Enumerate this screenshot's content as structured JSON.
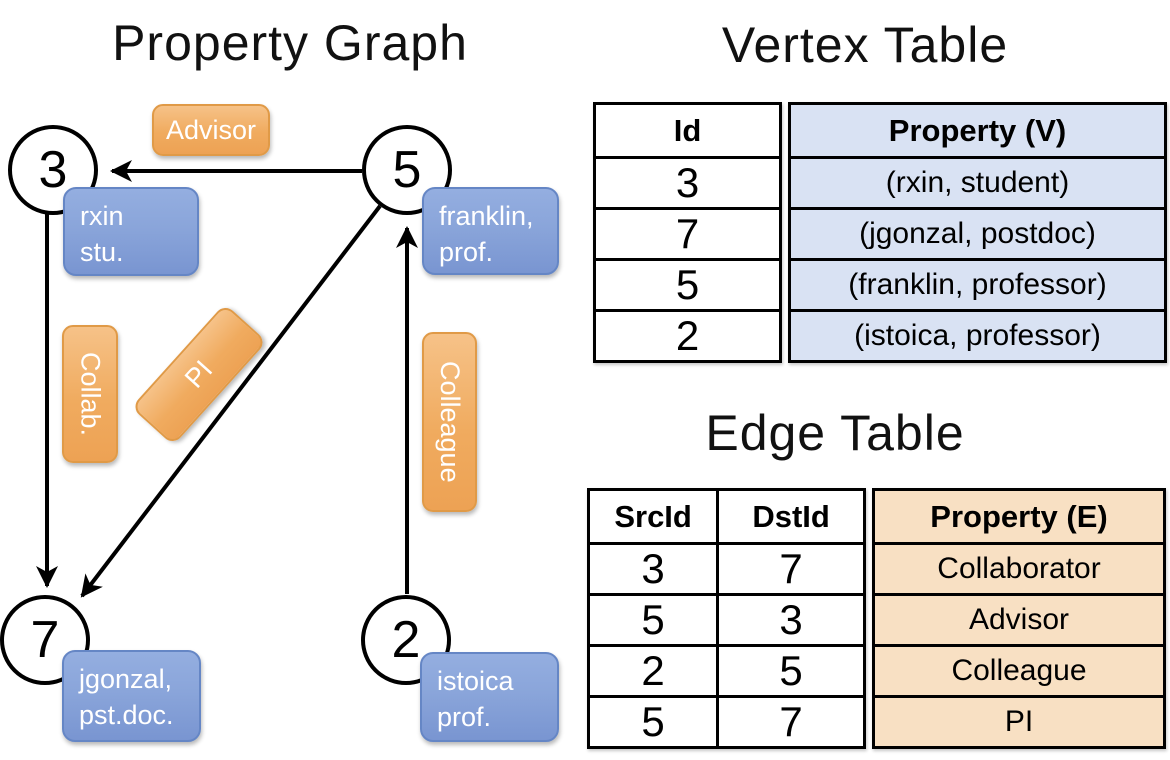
{
  "graph": {
    "title": "Property Graph",
    "nodes": [
      {
        "id": "3",
        "line1": "rxin",
        "line2": "stu."
      },
      {
        "id": "5",
        "line1": "franklin,",
        "line2": "prof."
      },
      {
        "id": "7",
        "line1": "jgonzal,",
        "line2": "pst.doc."
      },
      {
        "id": "2",
        "line1": "istoica",
        "line2": "prof."
      }
    ],
    "edge_labels": {
      "advisor": "Advisor",
      "collab": "Collab.",
      "pi": "PI",
      "colleague": "Colleague"
    }
  },
  "vertex_table": {
    "title": "Vertex Table",
    "headers": {
      "id": "Id",
      "property": "Property (V)"
    },
    "rows": [
      {
        "id": "3",
        "property": "(rxin, student)"
      },
      {
        "id": "7",
        "property": "(jgonzal, postdoc)"
      },
      {
        "id": "5",
        "property": "(franklin, professor)"
      },
      {
        "id": "2",
        "property": "(istoica, professor)"
      }
    ]
  },
  "edge_table": {
    "title": "Edge Table",
    "headers": {
      "src": "SrcId",
      "dst": "DstId",
      "property": "Property (E)"
    },
    "rows": [
      {
        "src": "3",
        "dst": "7",
        "property": "Collaborator"
      },
      {
        "src": "5",
        "dst": "3",
        "property": "Advisor"
      },
      {
        "src": "2",
        "dst": "5",
        "property": "Colleague"
      },
      {
        "src": "5",
        "dst": "7",
        "property": "PI"
      }
    ]
  },
  "colors": {
    "vertex_box_top": "#94aee0",
    "vertex_box_bottom": "#7995d1",
    "edge_box_top": "#f6c288",
    "edge_box_bottom": "#eda254",
    "vertex_table_fill": "#d9e2f3",
    "edge_table_fill": "#f8e0c3",
    "line": "#000000"
  }
}
